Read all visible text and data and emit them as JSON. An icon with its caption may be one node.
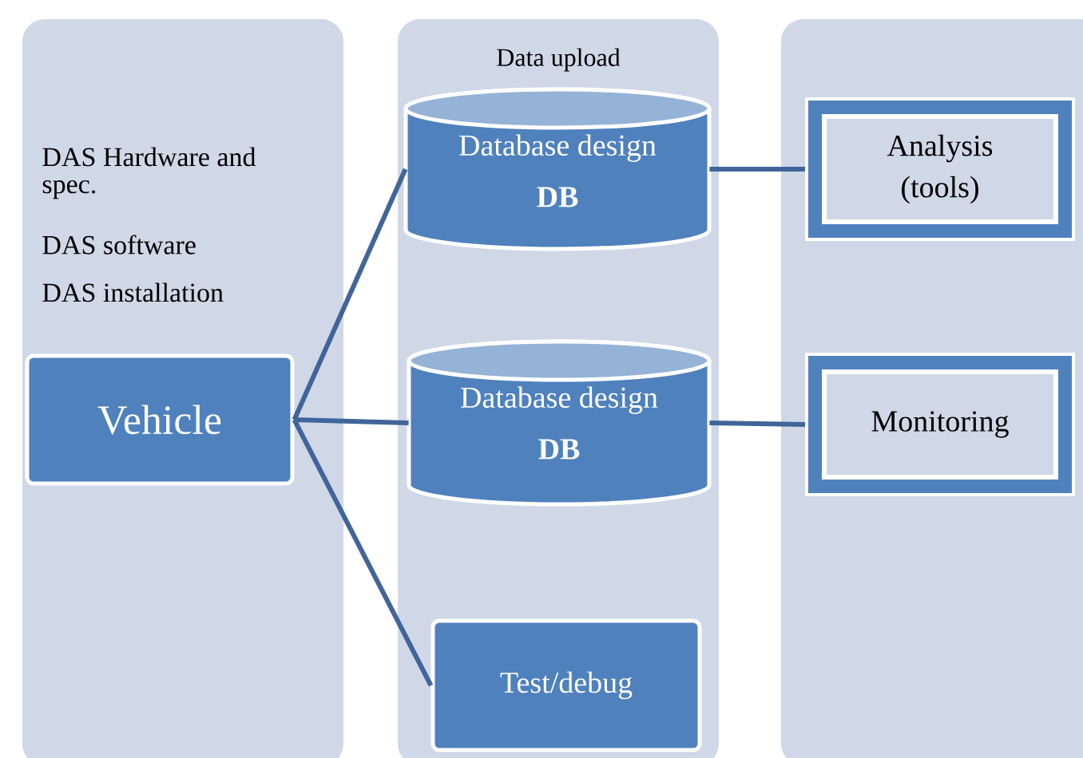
{
  "diagram": {
    "nodes": [
      {
        "text": [
          "DAS Hardware and spec.",
          "DAS software",
          "DAS installation"
        ]
      },
      {
        "text": [
          "Vehicle"
        ],
        "in": 0
      },
      {
        "text": [
          "Data upload"
        ]
      },
      {
        "text": [
          "Database design",
          "DB"
        ],
        "in": 2
      },
      {
        "text": [
          "Database design",
          "DB"
        ],
        "in": 2
      },
      {
        "text": [
          "Test/debug"
        ],
        "in": 2
      },
      {
        "text": [],
        "shape": "box"
      },
      {
        "text": [
          "Analysis (tools)"
        ],
        "in": 6
      },
      {
        "text": [
          "Monitoring"
        ],
        "in": 6
      }
    ],
    "edges": [
      {
        "from": 1,
        "to": 3,
        "arrow": "none"
      },
      {
        "from": 1,
        "to": 4,
        "arrow": "none"
      },
      {
        "from": 1,
        "to": 5,
        "arrow": "none"
      },
      {
        "from": 3,
        "to": 7,
        "arrow": "none"
      },
      {
        "from": 4,
        "to": 8,
        "arrow": "none"
      }
    ]
  }
}
